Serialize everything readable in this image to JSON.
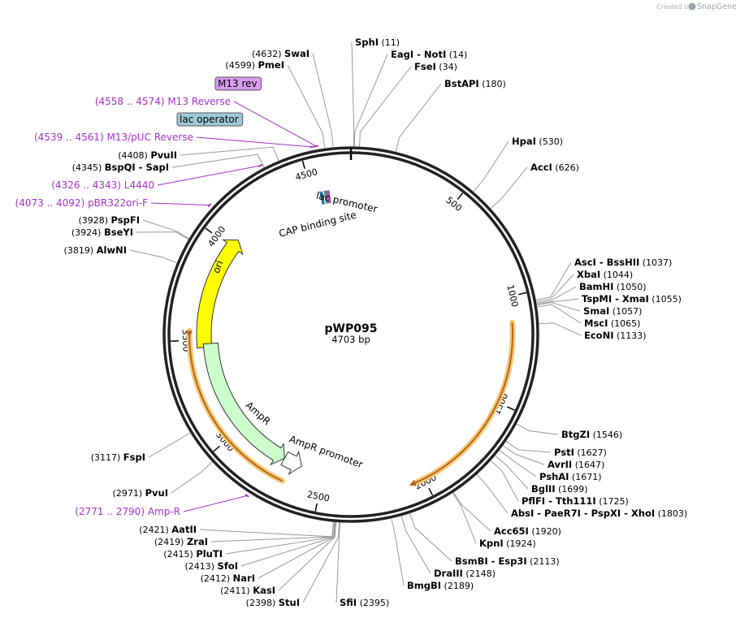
{
  "credit": {
    "prefix": "Created by",
    "brand": "SnapGene"
  },
  "plasmid": {
    "name": "pWP095",
    "size_label": "4703 bp",
    "length": 4703
  },
  "ticks": [
    {
      "bp": 500,
      "label": "500"
    },
    {
      "bp": 1000,
      "label": "1000"
    },
    {
      "bp": 1500,
      "label": "1500"
    },
    {
      "bp": 2000,
      "label": "2000"
    },
    {
      "bp": 2500,
      "label": "2500"
    },
    {
      "bp": 3000,
      "label": "3000"
    },
    {
      "bp": 3500,
      "label": "3500"
    },
    {
      "bp": 4000,
      "label": "4000"
    },
    {
      "bp": 4500,
      "label": "4500"
    }
  ],
  "sites": [
    {
      "name": "SphI",
      "pos": "(11)",
      "bp": 11
    },
    {
      "name": "EagI",
      "name2": "NotI",
      "pos": "(14)",
      "bp": 14
    },
    {
      "name": "FseI",
      "pos": "(34)",
      "bp": 34
    },
    {
      "name": "BstAPI",
      "pos": "(180)",
      "bp": 180
    },
    {
      "name": "HpaI",
      "pos": "(530)",
      "bp": 530
    },
    {
      "name": "AccI",
      "pos": "(626)",
      "bp": 626
    },
    {
      "name": "AscI",
      "name2": "BssHII",
      "pos": "(1037)",
      "bp": 1037
    },
    {
      "name": "XbaI",
      "pos": "(1044)",
      "bp": 1044
    },
    {
      "name": "BamHI",
      "pos": "(1050)",
      "bp": 1050
    },
    {
      "name": "TspMI",
      "name2": "XmaI",
      "pos": "(1055)",
      "bp": 1055
    },
    {
      "name": "SmaI",
      "pos": "(1057)",
      "bp": 1057
    },
    {
      "name": "MscI",
      "pos": "(1065)",
      "bp": 1065
    },
    {
      "name": "EcoNI",
      "pos": "(1133)",
      "bp": 1133
    },
    {
      "name": "BtgZI",
      "pos": "(1546)",
      "bp": 1546
    },
    {
      "name": "PstI",
      "pos": "(1627)",
      "bp": 1627
    },
    {
      "name": "AvrII",
      "pos": "(1647)",
      "bp": 1647
    },
    {
      "name": "PshAI",
      "pos": "(1671)",
      "bp": 1671
    },
    {
      "name": "BglII",
      "pos": "(1699)",
      "bp": 1699
    },
    {
      "name": "PflFI",
      "name2": "Tth111I",
      "pos": "(1725)",
      "bp": 1725
    },
    {
      "name": "AbsI",
      "name2": "PaeR7I",
      "name3": "PspXI",
      "name4": "XhoI",
      "pos": "(1803)",
      "bp": 1803
    },
    {
      "name": "Acc65I",
      "pos": "(1920)",
      "bp": 1920
    },
    {
      "name": "KpnI",
      "pos": "(1924)",
      "bp": 1924
    },
    {
      "name": "BsmBI",
      "name2": "Esp3I",
      "pos": "(2113)",
      "bp": 2113
    },
    {
      "name": "DraIII",
      "pos": "(2148)",
      "bp": 2148
    },
    {
      "name": "BmgBI",
      "pos": "(2189)",
      "bp": 2189
    },
    {
      "name": "SfiI",
      "pos": "(2395)",
      "bp": 2395
    },
    {
      "name": "StuI",
      "pos": "(2398)",
      "bp": 2398
    },
    {
      "name": "KasI",
      "pos": "(2411)",
      "bp": 2411
    },
    {
      "name": "NarI",
      "pos": "(2412)",
      "bp": 2412
    },
    {
      "name": "SfoI",
      "pos": "(2413)",
      "bp": 2413
    },
    {
      "name": "PluTI",
      "pos": "(2415)",
      "bp": 2415
    },
    {
      "name": "ZraI",
      "pos": "(2419)",
      "bp": 2419
    },
    {
      "name": "AatII",
      "pos": "(2421)",
      "bp": 2421
    },
    {
      "name": "PvuI",
      "pos": "(2971)",
      "bp": 2971
    },
    {
      "name": "FspI",
      "pos": "(3117)",
      "bp": 3117
    },
    {
      "name": "AlwNI",
      "pos": "(3819)",
      "bp": 3819
    },
    {
      "name": "BseYI",
      "pos": "(3924)",
      "bp": 3924
    },
    {
      "name": "PspFI",
      "pos": "(3928)",
      "bp": 3928
    },
    {
      "name": "BspQI",
      "name2": "SapI",
      "pos": "(4345)",
      "bp": 4345
    },
    {
      "name": "PvuII",
      "pos": "(4408)",
      "bp": 4408
    },
    {
      "name": "PmeI",
      "pos": "(4599)",
      "bp": 4599
    },
    {
      "name": "SwaI",
      "pos": "(4632)",
      "bp": 4632
    }
  ],
  "primers": [
    {
      "range": "(4558 .. 4574)",
      "name": "M13 Reverse",
      "bp": 4566
    },
    {
      "range": "(4539 .. 4561)",
      "name": "M13/pUC Reverse",
      "bp": 4550
    },
    {
      "range": "(4326 .. 4343)",
      "name": "L4440",
      "bp": 4335
    },
    {
      "range": "(4073 .. 4092)",
      "name": "pBR322ori-F",
      "bp": 4082
    },
    {
      "range": "(2771 .. 2790)",
      "name": "Amp-R",
      "bp": 2780
    }
  ],
  "tags": [
    {
      "label": "M13 rev",
      "color": "#d99cf0"
    },
    {
      "label": "lac operator",
      "color": "#9fc9d8"
    }
  ],
  "features": [
    {
      "name": "ori",
      "color": "#ffff00",
      "start": 3462,
      "end": 4050,
      "direction": "cw"
    },
    {
      "name": "AmpR",
      "color": "#ccffcc",
      "start": 2720,
      "end": 3480,
      "direction": "ccw"
    },
    {
      "name": "AmpR promoter",
      "color": "#ffffff",
      "start": 2620,
      "end": 2720,
      "direction": "ccw"
    },
    {
      "name": "lac promoter",
      "color": "#9b59b6"
    },
    {
      "name": "CAP binding site",
      "color": "#1f77b4"
    }
  ],
  "highlight_color": "#f7c873",
  "orf_color": "#b5651d"
}
